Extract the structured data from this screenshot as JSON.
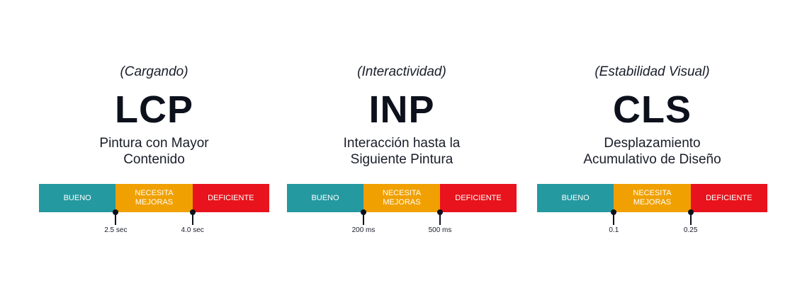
{
  "colors": {
    "good": "#2499a0",
    "needs_improvement": "#f0a000",
    "poor": "#e8131c"
  },
  "metrics": [
    {
      "category": "(Cargando)",
      "acronym": "LCP",
      "name_lines": [
        "Pintura con Mayor",
        "Contenido"
      ],
      "segments": {
        "good": "BUENO",
        "mid_lines": [
          "NECESITA",
          "MEJORAS"
        ],
        "bad": "DEFICIENTE"
      },
      "thresholds": [
        "2.5 sec",
        "4.0 sec"
      ]
    },
    {
      "category": "(Interactividad)",
      "acronym": "INP",
      "name_lines": [
        "Interacción hasta la",
        "Siguiente Pintura"
      ],
      "segments": {
        "good": "BUENO",
        "mid_lines": [
          "NECESITA",
          "MEJORAS"
        ],
        "bad": "DEFICIENTE"
      },
      "thresholds": [
        "200 ms",
        "500 ms"
      ]
    },
    {
      "category": "(Estabilidad Visual)",
      "acronym": "CLS",
      "name_lines": [
        "Desplazamiento",
        "Acumulativo de Diseño"
      ],
      "segments": {
        "good": "BUENO",
        "mid_lines": [
          "NECESITA",
          "MEJORAS"
        ],
        "bad": "DEFICIENTE"
      },
      "thresholds": [
        "0.1",
        "0.25"
      ]
    }
  ]
}
